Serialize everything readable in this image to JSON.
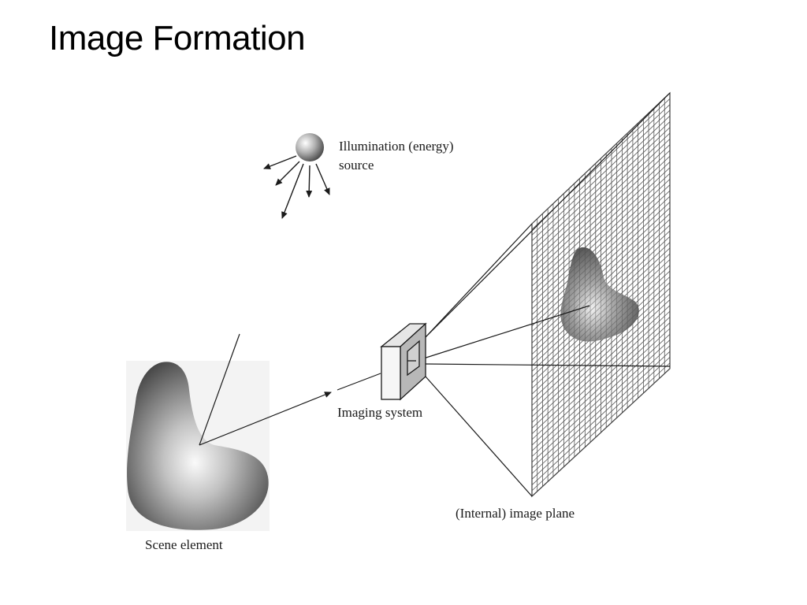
{
  "slide": {
    "title": "Image Formation"
  },
  "figure": {
    "labels": {
      "illumination_line1": "Illumination (energy)",
      "illumination_line2": "source",
      "imaging_system": "Imaging system",
      "image_plane": "(Internal) image plane",
      "scene_element": "Scene element"
    },
    "colors": {
      "line": "#1a1a1a",
      "grid": "#555555",
      "box_front": "#f4f4f4",
      "box_side": "#b8b8b8"
    }
  }
}
